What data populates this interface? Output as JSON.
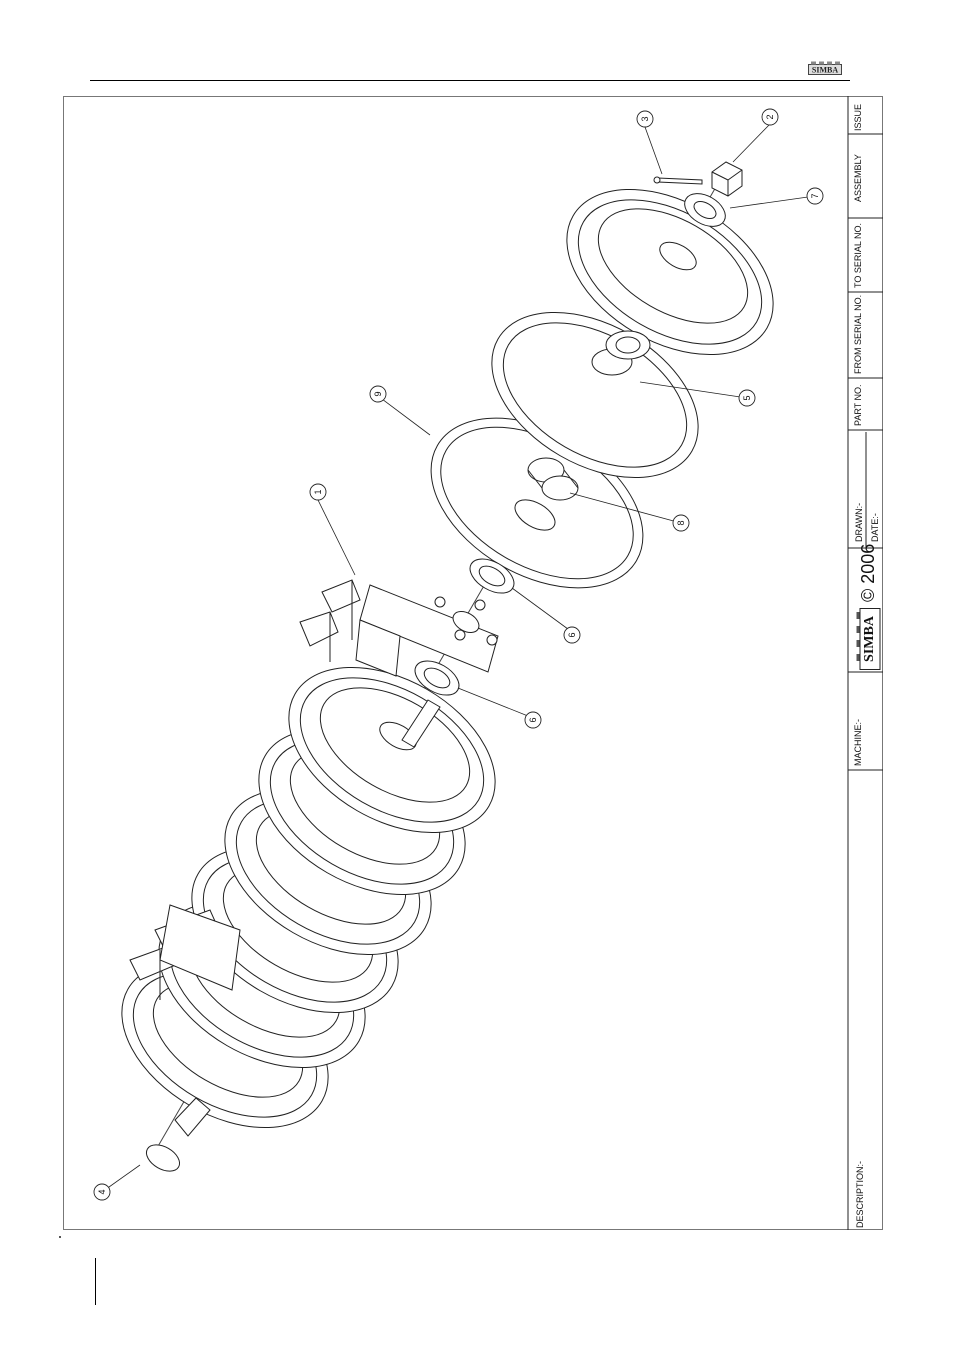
{
  "titleblock": {
    "issue": "ISSUE",
    "assembly": "ASSEMBLY",
    "to_serial": "TO SERIAL NO.",
    "from_serial": "FROM SERIAL NO.",
    "part_no": "PART NO.",
    "drawn": "DRAWN:-",
    "date": "DATE:-",
    "copyright": "© 2006",
    "machine": "MACHINE:-",
    "description": "DESCRIPTION:-",
    "brand": "SIMBA"
  },
  "callouts": [
    "1",
    "2",
    "3",
    "4",
    "5",
    "6",
    "6",
    "7",
    "8",
    "9"
  ]
}
